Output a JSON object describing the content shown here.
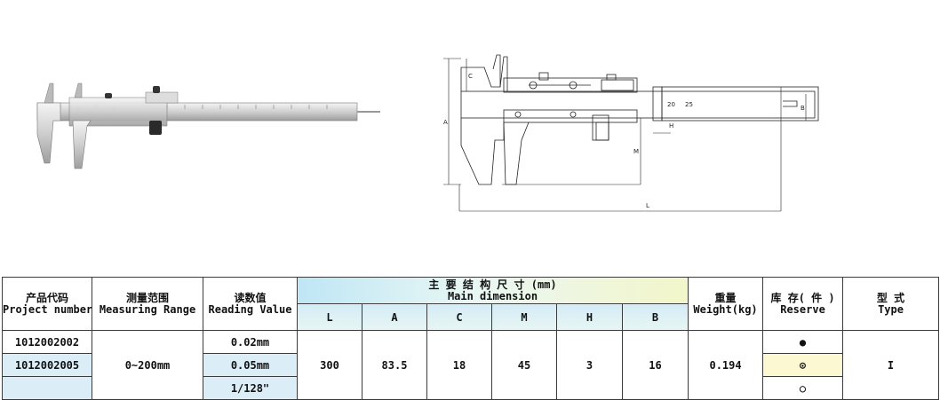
{
  "table": {
    "headers": {
      "product_cn": "产品代码",
      "product_en": "Project number",
      "range_cn": "测量范围",
      "range_en": "Measuring Range",
      "reading_cn": "读数值",
      "reading_en": "Reading Value",
      "main_dim_cn": "主 要 结 构 尺 寸 (mm)",
      "main_dim_en": "Main dimension",
      "dims": [
        "L",
        "A",
        "C",
        "M",
        "H",
        "B"
      ],
      "weight_cn": "重量",
      "weight_en": "Weight(kg)",
      "reserve_cn": "库 存( 件 )",
      "reserve_en": "Reserve",
      "type_cn": "型 式",
      "type_en": "Type"
    },
    "rows": [
      {
        "code": "1012002002",
        "reading": "0.02mm",
        "reserve": "●"
      },
      {
        "code": "1012002005",
        "reading": "0.05mm",
        "reserve": "⊙"
      },
      {
        "code": "",
        "reading": "1/128\"",
        "reserve": "○"
      }
    ],
    "shared": {
      "range": "0~200mm",
      "L": "300",
      "A": "83.5",
      "C": "18",
      "M": "45",
      "H": "3",
      "B": "16",
      "weight": "0.194",
      "type": "I"
    }
  },
  "drawing_labels": {
    "A": "A",
    "C": "C",
    "M": "M",
    "L": "L",
    "H": "H",
    "B": "B",
    "scale_20": "20",
    "scale_25": "25"
  }
}
